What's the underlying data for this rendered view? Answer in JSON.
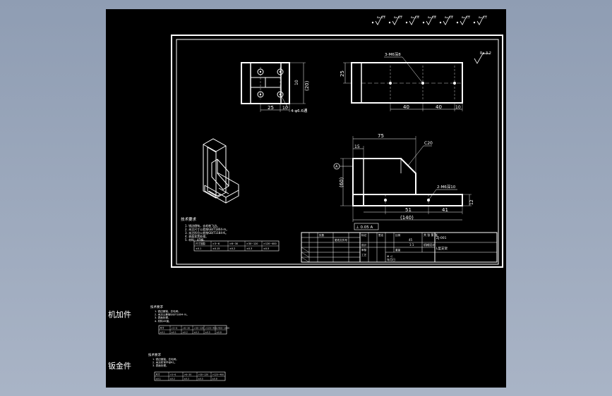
{
  "roughness": {
    "symbols": [
      "Ra 6.3",
      "Ra 3.2",
      "Ra 1.6",
      "Ra 0.8",
      "Ra 0.4",
      "Ra 0.2",
      "Ra 0.1"
    ],
    "corner": "Ra 3.2"
  },
  "top_view": {
    "dim_width_left": "25",
    "dim_width_right": "10",
    "dim_height": "(20)",
    "dim_height_small": "10",
    "hole_note": "4-φ6.6通"
  },
  "side_view": {
    "hole_note": "3-M6深8",
    "dim_height": "25",
    "dim_spacing_1": "40",
    "dim_spacing_2": "40",
    "dim_end": "10"
  },
  "front_view": {
    "dim_top": "75",
    "dim_left_top": "15",
    "dim_chamfer": "C20",
    "dim_height": "(60)",
    "datum": "A",
    "hole_note": "2-M6深10",
    "dim_spacing_1": "51",
    "dim_spacing_2": "41",
    "dim_total": "(140)",
    "dim_thickness": "12",
    "tolerance_frame": "⊥ 0.05 A"
  },
  "tech_notes": {
    "title": "技术要求",
    "lines": [
      "1. 锐边倒钝，去毛刺飞边。",
      "2. 未注尺寸公差按GB/T1804-m。",
      "3. 未注形位公差按GB/T1184-K。",
      "4. 表面发黑处理。",
      "5. 材料：45钢。"
    ],
    "table": {
      "headers": [
        "尺寸范围",
        ">3~6",
        ">6~30",
        ">30~120",
        ">120~400"
      ],
      "values": [
        "±0.1",
        "±0.15",
        "±0.2",
        "±0.3",
        "±0.5"
      ]
    }
  },
  "title_block": {
    "rows": [
      "标记",
      "设计",
      "审核",
      "工艺"
    ],
    "fields": [
      "处数",
      "分区",
      "更改文件号",
      "签名",
      "年月日"
    ],
    "scale_label": "比例",
    "weight_label": "重量",
    "sheet_label": "共 张 第 张",
    "material": "45",
    "scale": "1:1",
    "drawing_no": "ZJ-001",
    "part_name": "L型支架",
    "company": "机械设计",
    "projection": "⊕ ◁"
  },
  "outside_blocks": [
    {
      "label": "机加件",
      "notes_title": "技术要求",
      "lines": [
        "1. 锐边倒钝，去毛刺。",
        "2. 未注公差按GB/T1804-m。",
        "3. 表面处理。",
        "4. 材料45钢。"
      ],
      "table_headers": [
        "尺寸",
        ">3~6",
        ">6~30",
        ">30~120",
        ">120~400",
        ">400~1000"
      ],
      "table_values": [
        "±0.1",
        "±0.1",
        "±0.2",
        "±0.3",
        "±0.5",
        "±0.8"
      ]
    },
    {
      "label": "钣金件",
      "notes_title": "技术要求",
      "lines": [
        "1. 锐边倒钝，去毛刺。",
        "2. 未注折弯半径R1。",
        "3. 表面处理。"
      ],
      "table_headers": [
        "尺寸",
        ">3~6",
        ">6~30",
        ">30~120",
        ">120~400"
      ],
      "table_values": [
        "±0.1",
        "±0.2",
        "±0.3",
        "±0.5",
        "±0.8"
      ]
    }
  ]
}
